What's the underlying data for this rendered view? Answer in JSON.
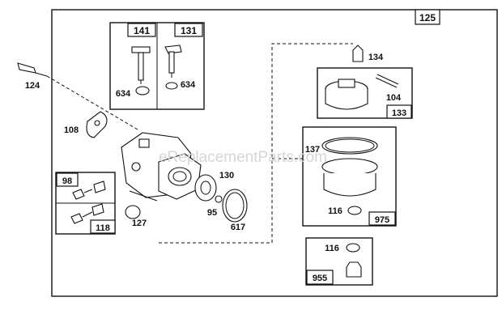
{
  "watermark": "eReplacementParts.com",
  "groups": {
    "outer": "125",
    "float_valve_a": "141",
    "float_valve_b": "131",
    "float_chamber": "133",
    "bowl_kit": "975",
    "bowl_nut_kit": "955",
    "screw_kit": "98",
    "mixture_kit": "118"
  },
  "labels": {
    "l124": "124",
    "l108": "108",
    "l634a": "634",
    "l634b": "634",
    "l134": "134",
    "l104": "104",
    "l137": "137",
    "l116a": "116",
    "l116b": "116",
    "l130": "130",
    "l127": "127",
    "l95": "95",
    "l617": "617"
  }
}
